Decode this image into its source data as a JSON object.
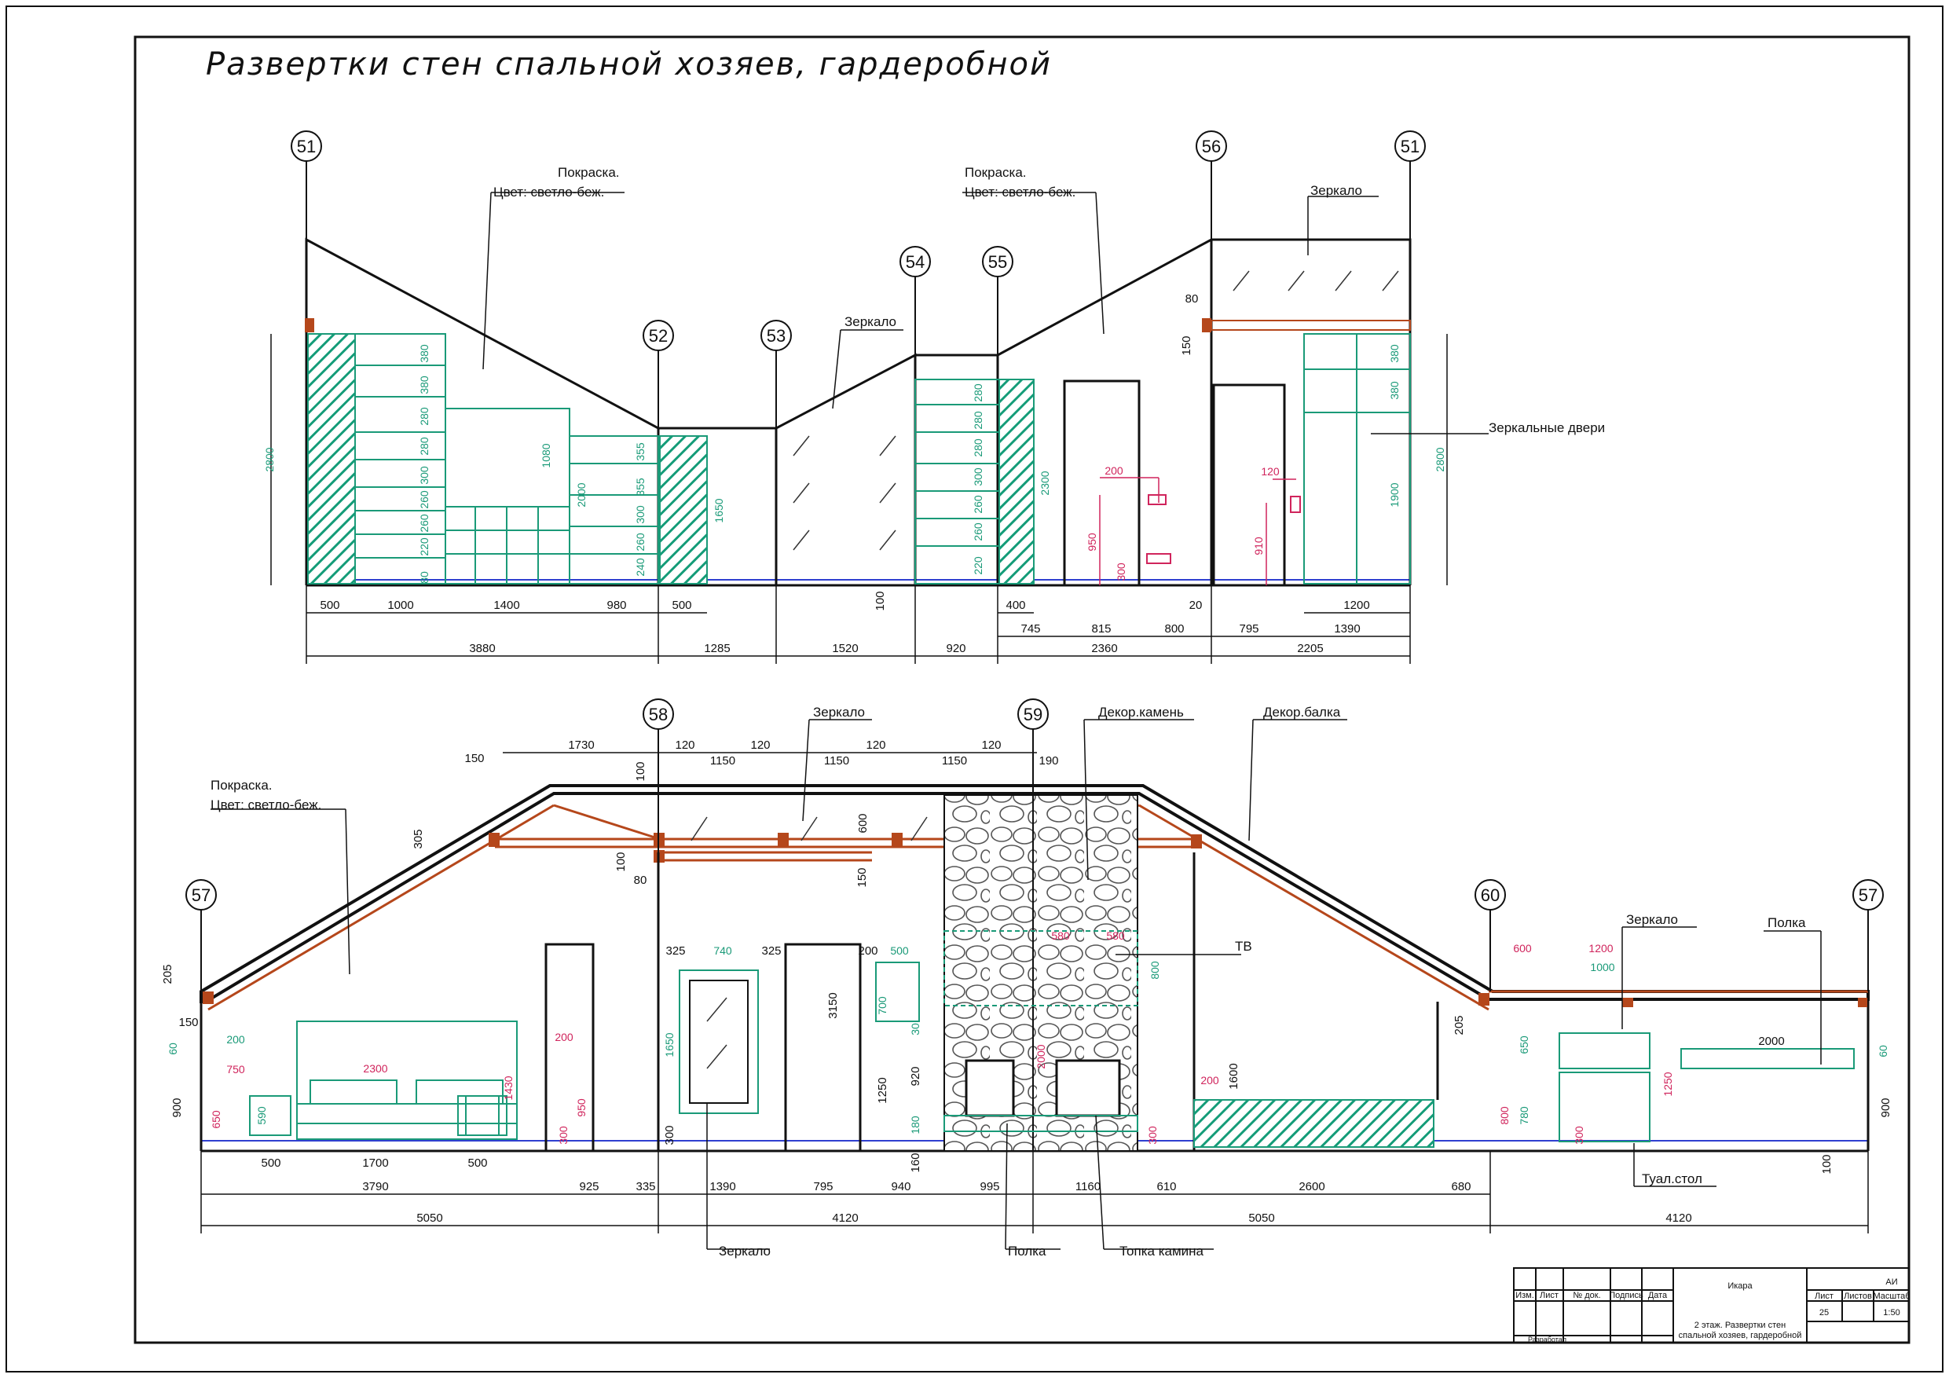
{
  "title": "Развертки стен спальной хозяев, гардеробной",
  "colors": {
    "line": "#111111",
    "green": "#1a9a78",
    "red": "#d0245c",
    "brown": "#b5471b",
    "blue": "#2f3fd0",
    "hatch": "#149c78"
  },
  "axes_top": [
    "51",
    "52",
    "53",
    "54",
    "55",
    "56",
    "51"
  ],
  "axes_bottom": [
    "57",
    "58",
    "59",
    "60",
    "57"
  ],
  "labels": {
    "paint1": "Покраска.",
    "color1": "Цвет: светло-беж.",
    "paint2": "Покраска.",
    "color2": "Цвет: светло-беж.",
    "paint3": "Покраска.",
    "color3": "Цвет: светло-беж.",
    "mirror_top1": "Зеркало",
    "mirror_top2": "Зеркало",
    "mirror_doors": "Зеркальные двери",
    "mirror_b1": "Зеркало",
    "mirror_b2": "Зеркало",
    "mirror_b3": "Зеркало",
    "decor_stone": "Декор.камень",
    "decor_beam": "Декор.балка",
    "tv": "ТВ",
    "shelf_b": "Полка",
    "shelf_r": "Полка",
    "firebox": "Топка камина",
    "vanity": "Туал.стол"
  },
  "top_dims": {
    "row1": [
      "500",
      "1000",
      "1400",
      "980",
      "500",
      "400",
      "745",
      "815",
      "800",
      "20",
      "795",
      "1390",
      "1200"
    ],
    "row2": [
      "3880",
      "1285",
      "1520",
      "920",
      "2360",
      "2205"
    ],
    "vert": [
      "2800",
      "380",
      "380",
      "280",
      "280",
      "300",
      "260",
      "260",
      "220",
      "80",
      "1080",
      "2000",
      "355",
      "355",
      "300",
      "260",
      "240",
      "1650",
      "280",
      "280",
      "280",
      "300",
      "260",
      "260",
      "220",
      "2300",
      "100",
      "200",
      "950",
      "300",
      "120",
      "910",
      "80",
      "150",
      "380",
      "380",
      "1900",
      "2800"
    ]
  },
  "bottom_dims": {
    "top": [
      "1730",
      "150",
      "120",
      "1150",
      "120",
      "1150",
      "120",
      "1150",
      "120",
      "190",
      "100",
      "305",
      "600",
      "100",
      "80",
      "150"
    ],
    "mid": [
      "205",
      "150",
      "200",
      "60",
      "750",
      "2300",
      "590",
      "650",
      "200",
      "1430",
      "950",
      "300",
      "325",
      "740",
      "325",
      "1650",
      "300",
      "200",
      "500",
      "700",
      "30",
      "3150",
      "1250",
      "920",
      "180",
      "160",
      "580",
      "580",
      "800",
      "2000",
      "200",
      "300",
      "1600",
      "205",
      "600",
      "1200",
      "1000",
      "650",
      "780",
      "800",
      "300",
      "1250",
      "2000",
      "60",
      "900",
      "900",
      "500",
      "1700",
      "500",
      "100"
    ],
    "row1": [
      "3790",
      "925",
      "335",
      "1390",
      "795",
      "940",
      "995",
      "1160",
      "610",
      "2600",
      "680"
    ],
    "row2": [
      "5050",
      "4120",
      "5050",
      "4120"
    ]
  },
  "stamp": {
    "project": "Икара",
    "stage": "АИ",
    "col_sheet": "Лист",
    "col_sheets": "Листов",
    "col_scale": "Масштаб",
    "sheet": "25",
    "scale": "1:50",
    "h1": "Изм.",
    "h2": "Лист",
    "h3": "№ док.",
    "h4": "Подпись",
    "h5": "Дата",
    "dev": "Разработал",
    "desc1": "2 этаж. Развертки стен",
    "desc2": "спальной хозяев, гардеробной"
  }
}
